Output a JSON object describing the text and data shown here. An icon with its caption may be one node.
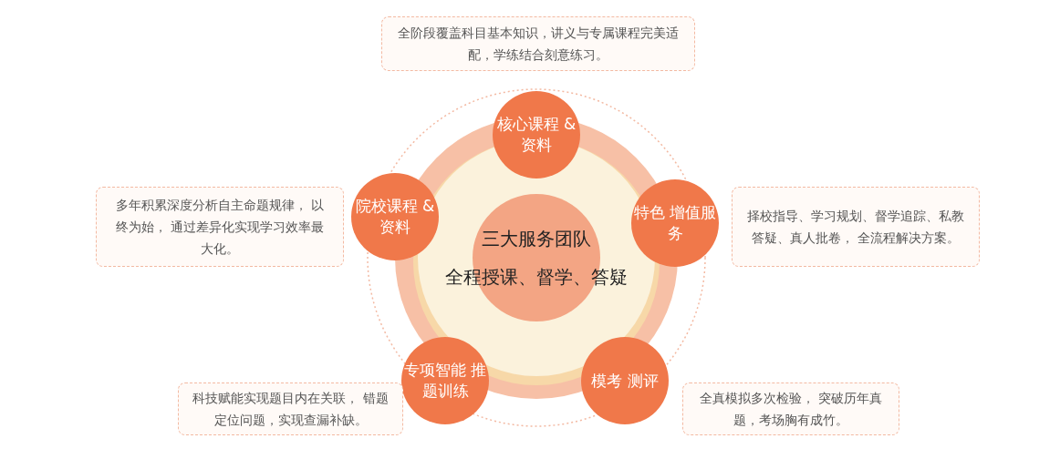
{
  "diagram": {
    "nodes": [
      {
        "text": [
          "全阶段覆盖科目基本知识，讲义与专属课程完美适配，学练结合刻意练习。"
        ]
      },
      {
        "text": [
          "核心课程 &资料"
        ]
      },
      {
        "text": [
          "多年积累深度分析自主命题规律， 以终为始， 通过差异化实现学习效率最大化。"
        ]
      },
      {
        "text": [
          "院校课程 &资料"
        ]
      },
      {
        "text": [
          "特色 增值服务"
        ]
      },
      {
        "text": [
          "择校指导、学习规划、督学追踪、私教答疑、真人批卷， 全流程解决方案。"
        ]
      },
      {
        "text": [
          "三大服务团队",
          "全程授课、督学、答疑"
        ]
      },
      {
        "text": [
          "专项智能 推题训练"
        ]
      },
      {
        "text": [
          "模考 测评"
        ]
      },
      {
        "text": [
          "科技赋能实现题目内在关联， 错题定位问题，实现查漏补缺。"
        ]
      },
      {
        "text": [
          "全真模拟多次检验， 突破历年真题，考场胸有成竹。"
        ]
      }
    ],
    "edges": []
  }
}
